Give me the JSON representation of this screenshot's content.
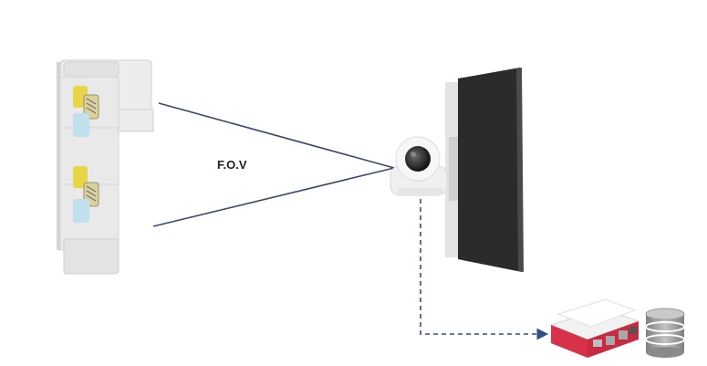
{
  "diagram": {
    "fov_label": "F.O.V",
    "colors": {
      "fov_lines": "#3b4a6b",
      "connection": "#2f4f87",
      "sofa": "#e6e6e6",
      "sofa_shadow": "#cfcfcf",
      "pillow_yellow": "#e8d64a",
      "pillow_blue": "#bfe0ec",
      "tv_screen": "#2b2b2b",
      "tv_mount": "#d9d9d9",
      "camera_body": "#f4f4f4",
      "pi_case_red": "#d8324a",
      "pi_case_white": "#f2f2f2",
      "database": "#9a9a9a"
    },
    "nodes": [
      {
        "id": "sofa",
        "icon": "sofa-icon"
      },
      {
        "id": "camera",
        "icon": "security-camera-icon"
      },
      {
        "id": "tv",
        "icon": "wall-mounted-tv-icon"
      },
      {
        "id": "raspberry_pi",
        "icon": "raspberry-pi-case-icon"
      },
      {
        "id": "database",
        "icon": "database-icon"
      }
    ],
    "edges": [
      {
        "from": "camera",
        "to": "sofa",
        "kind": "fov-line"
      },
      {
        "from": "camera",
        "to": "sofa",
        "kind": "fov-line"
      },
      {
        "from": "camera",
        "to": "raspberry_pi",
        "kind": "dashed-arrow"
      }
    ]
  }
}
